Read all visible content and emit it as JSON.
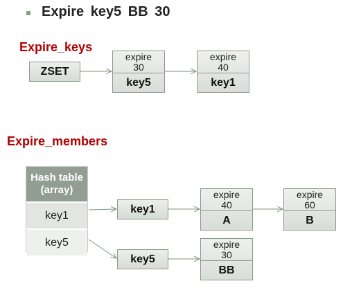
{
  "title": "Expire  key5 BB  30",
  "expire_keys": {
    "heading": "Expire_keys",
    "zset_label": "ZSET",
    "nodes": [
      {
        "field": "expire",
        "value": "30",
        "key": "key5"
      },
      {
        "field": "expire",
        "value": "40",
        "key": "key1"
      }
    ]
  },
  "expire_members": {
    "heading": "Expire_members",
    "hash_table": {
      "header_line1": "Hash table",
      "header_line2": "(array)",
      "rows": [
        "key1",
        "key5"
      ]
    },
    "bucket_keys": [
      "key1",
      "key5"
    ],
    "chain_key1": [
      {
        "field": "expire",
        "value": "40",
        "member": "A"
      },
      {
        "field": "expire",
        "value": "60",
        "member": "B"
      }
    ],
    "chain_key5": [
      {
        "field": "expire",
        "value": "30",
        "member": "BB"
      }
    ]
  },
  "colors": {
    "section_heading": "#b00000",
    "table_header": "#929e92",
    "border": "#8a9a8a"
  }
}
